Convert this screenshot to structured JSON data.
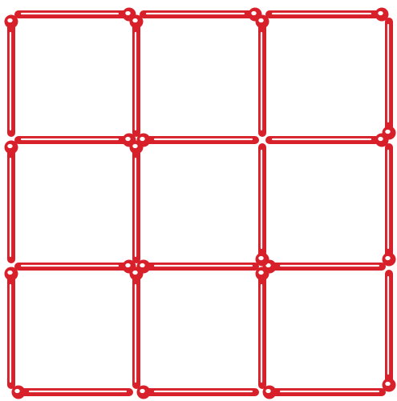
{
  "puzzle": {
    "type": "matchstick-grid",
    "rows": 3,
    "cols": 3,
    "match_color": "#d8202a",
    "background_color": "#ffffff",
    "matches": [
      {
        "name": "h-0-0",
        "orientation": "h",
        "row": 0,
        "col": 0,
        "head": "end"
      },
      {
        "name": "h-0-1",
        "orientation": "h",
        "row": 0,
        "col": 1,
        "head": "end"
      },
      {
        "name": "h-0-2",
        "orientation": "h",
        "row": 0,
        "col": 2,
        "head": "end"
      },
      {
        "name": "h-1-0",
        "orientation": "h",
        "row": 1,
        "col": 0,
        "head": "end"
      },
      {
        "name": "h-1-1",
        "orientation": "h",
        "row": 1,
        "col": 1,
        "head": "start"
      },
      {
        "name": "h-1-2",
        "orientation": "h",
        "row": 1,
        "col": 2,
        "head": "end"
      },
      {
        "name": "h-2-0",
        "orientation": "h",
        "row": 2,
        "col": 0,
        "head": "end"
      },
      {
        "name": "h-2-1",
        "orientation": "h",
        "row": 2,
        "col": 1,
        "head": "start"
      },
      {
        "name": "h-2-2",
        "orientation": "h",
        "row": 2,
        "col": 2,
        "head": "start"
      },
      {
        "name": "h-3-0",
        "orientation": "h",
        "row": 3,
        "col": 0,
        "head": "start"
      },
      {
        "name": "h-3-1",
        "orientation": "h",
        "row": 3,
        "col": 1,
        "head": "start"
      },
      {
        "name": "h-3-2",
        "orientation": "h",
        "row": 3,
        "col": 2,
        "head": "start"
      },
      {
        "name": "v-0-0",
        "orientation": "v",
        "row": 0,
        "col": 0,
        "head": "start"
      },
      {
        "name": "v-0-1",
        "orientation": "v",
        "row": 0,
        "col": 1,
        "head": "start"
      },
      {
        "name": "v-0-2",
        "orientation": "v",
        "row": 0,
        "col": 2,
        "head": "start"
      },
      {
        "name": "v-0-3",
        "orientation": "v",
        "row": 0,
        "col": 3,
        "head": "end"
      },
      {
        "name": "v-1-0",
        "orientation": "v",
        "row": 1,
        "col": 0,
        "head": "start"
      },
      {
        "name": "v-1-1",
        "orientation": "v",
        "row": 1,
        "col": 1,
        "head": "start"
      },
      {
        "name": "v-1-2",
        "orientation": "v",
        "row": 1,
        "col": 2,
        "head": "end"
      },
      {
        "name": "v-1-3",
        "orientation": "v",
        "row": 1,
        "col": 3,
        "head": "end"
      },
      {
        "name": "v-2-0",
        "orientation": "v",
        "row": 2,
        "col": 0,
        "head": "start"
      },
      {
        "name": "v-2-1",
        "orientation": "v",
        "row": 2,
        "col": 1,
        "head": "start"
      },
      {
        "name": "v-2-2",
        "orientation": "v",
        "row": 2,
        "col": 2,
        "head": "start"
      },
      {
        "name": "v-2-3",
        "orientation": "v",
        "row": 2,
        "col": 3,
        "head": "end"
      }
    ]
  }
}
